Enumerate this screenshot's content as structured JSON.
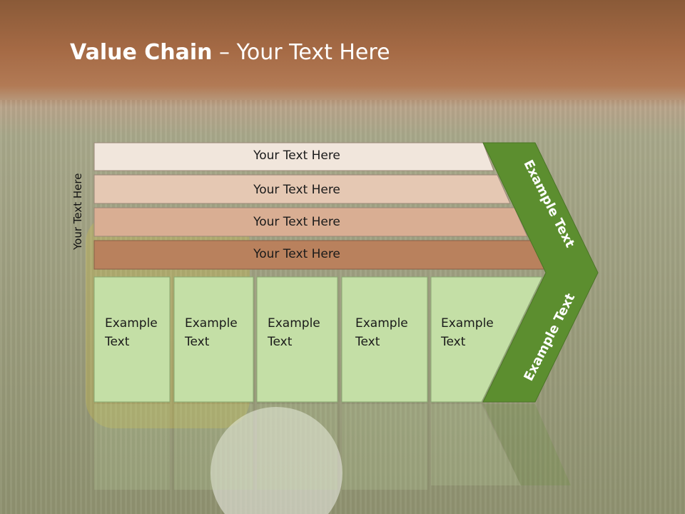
{
  "title": {
    "bold": "Value Chain",
    "rest": " – Your Text Here"
  },
  "side_label": "Your Text Here",
  "rows": [
    "Your Text Here",
    "Your Text Here",
    "Your Text Here",
    "Your Text Here"
  ],
  "boxes": [
    "Example\nText",
    "Example\nText",
    "Example\nText",
    "Example\nText",
    "Example\nText"
  ],
  "arrow_upper": "Example Text",
  "arrow_lower": "Example Text",
  "colors": {
    "row1": "#f1e6dc",
    "row2": "#e5c8b3",
    "row3": "#d9ae93",
    "row4": "#b9815d",
    "box": "#c4dfa6",
    "arrow": "#5c8e2f"
  }
}
